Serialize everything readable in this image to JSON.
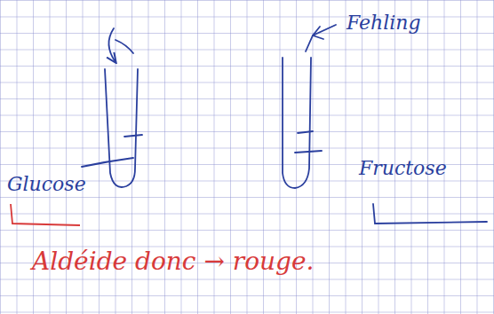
{
  "diagram": {
    "labels": [
      "Fehling",
      "Glucose",
      "Fructose",
      "Aldéide donc → rouge."
    ]
  }
}
